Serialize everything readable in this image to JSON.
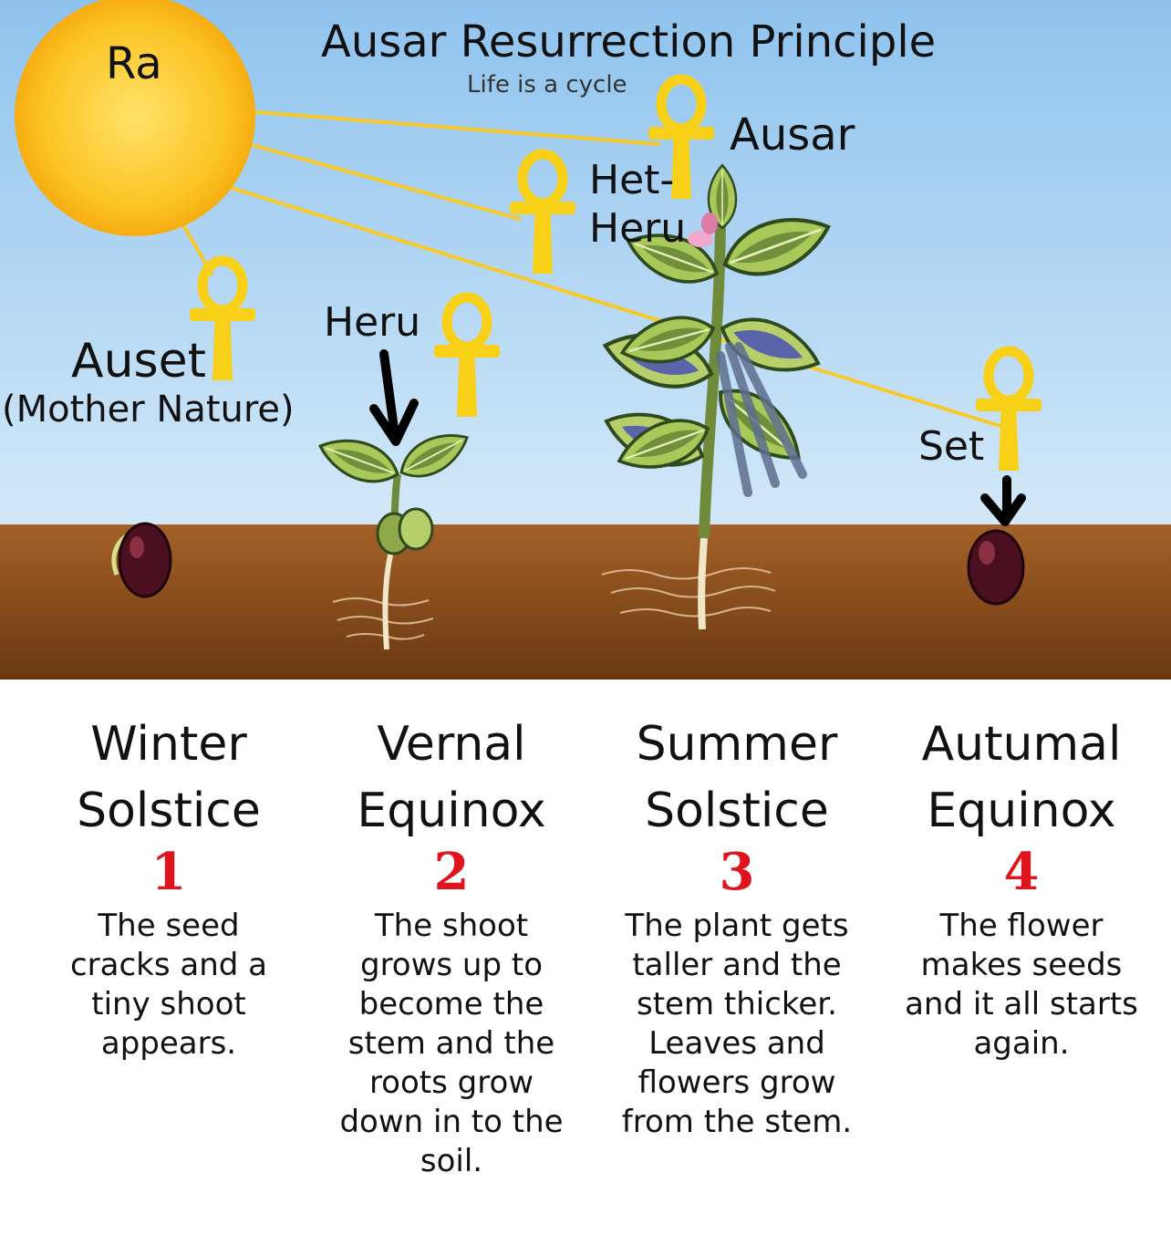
{
  "title": "Ausar Resurrection Principle",
  "subtitle": "Life is a cycle",
  "labels": {
    "ra": "Ra",
    "ausar": "Ausar",
    "het_heru_line1": "Het-",
    "het_heru_line2": "Heru",
    "heru": "Heru",
    "auset": "Auset",
    "auset_sub": "(Mother Nature)",
    "set": "Set"
  },
  "stages": [
    {
      "name_line1": "Winter",
      "name_line2": "Solstice",
      "number": "1",
      "desc": [
        "The seed",
        "cracks and a",
        "tiny shoot",
        "appears."
      ]
    },
    {
      "name_line1": "Vernal",
      "name_line2": "Equinox",
      "number": "2",
      "desc": [
        "The shoot",
        "grows up to",
        "become the",
        "stem and the",
        "roots grow",
        "down in to the",
        "soil."
      ]
    },
    {
      "name_line1": "Summer",
      "name_line2": "Solstice",
      "number": "3",
      "desc": [
        "The plant gets",
        "taller and the",
        "stem thicker.",
        "Leaves and",
        "flowers grow",
        "from the stem."
      ]
    },
    {
      "name_line1": "Autumal",
      "name_line2": "Equinox",
      "number": "4",
      "desc": [
        "The flower",
        "makes seeds",
        "and it all starts",
        "again."
      ]
    }
  ],
  "colors": {
    "sky_top": "#8fc3ee",
    "sky_bottom": "#e6f3fb",
    "soil": "#8a4e1f",
    "sun": "#fcc424",
    "ankh": "#f8d018",
    "stage_number": "#e0141c"
  }
}
